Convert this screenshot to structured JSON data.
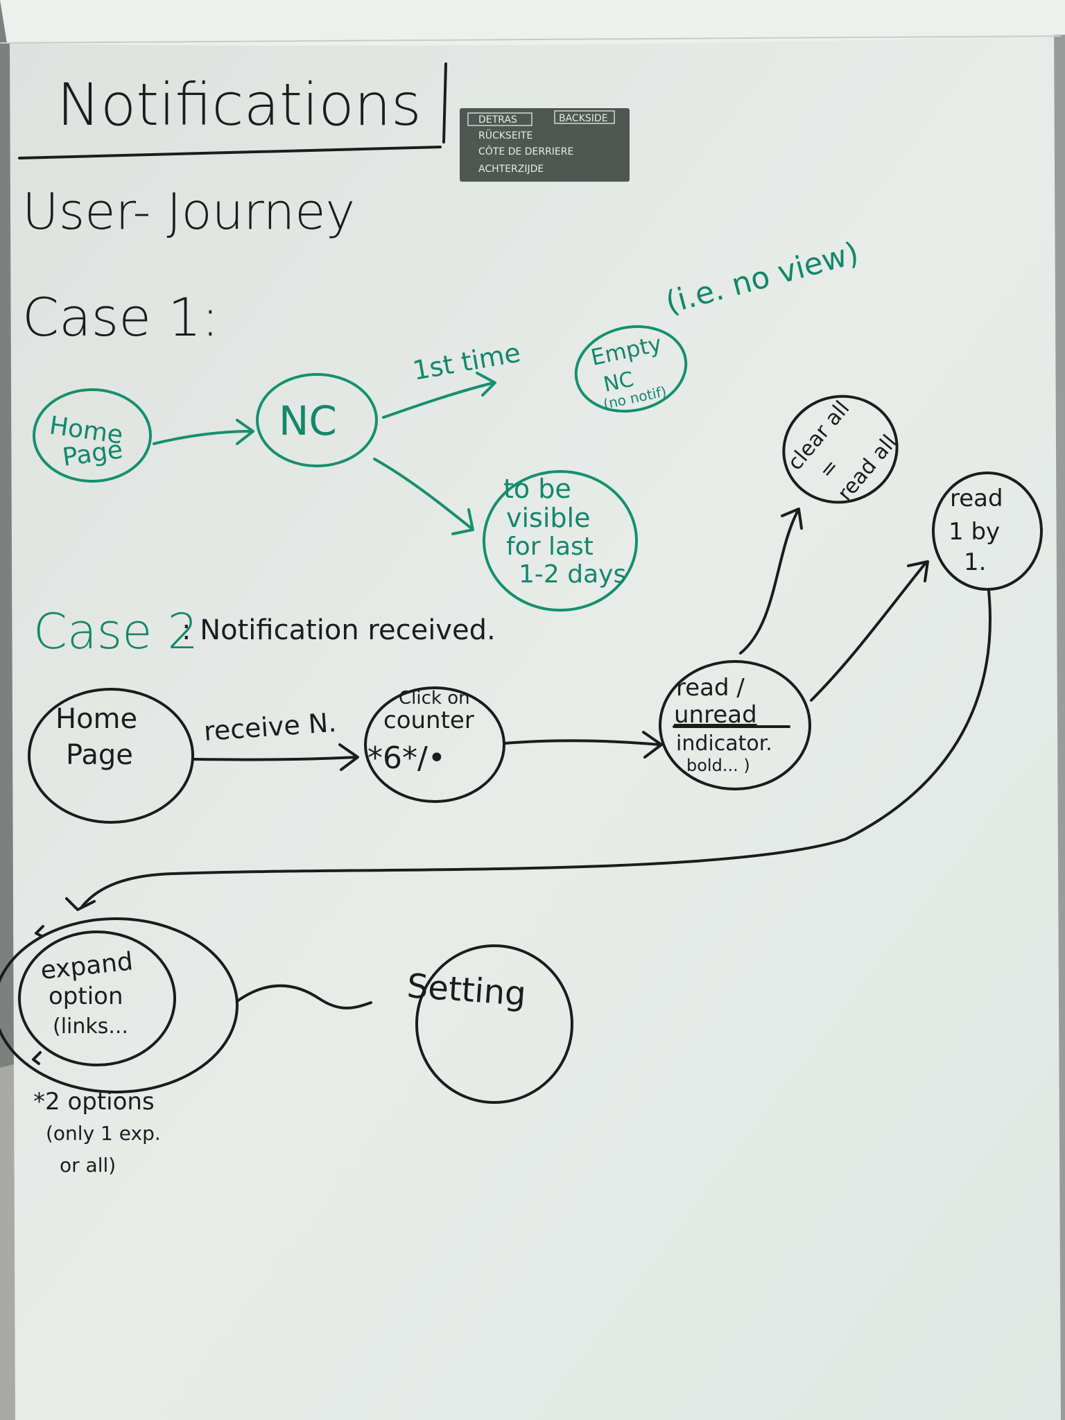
{
  "title": "Notifications",
  "subtitle": "User- Journey",
  "sticker": {
    "left": [
      "DETRAS",
      "RÜCKSEITE",
      "CÔTE DE DERRIERE",
      "ACHTERZIJDE"
    ],
    "right": "BACKSIDE"
  },
  "case1": {
    "heading": "Case 1:",
    "note": "(i.e. no view)",
    "nodes": {
      "home": [
        "Home",
        "Page"
      ],
      "nc": "NC",
      "empty": [
        "Empty",
        "NC",
        "(no notif)"
      ],
      "visible": [
        "to be",
        "visible",
        "for last",
        "1-2 days"
      ]
    },
    "edge_first_time": "1st time"
  },
  "case2": {
    "heading": "Case 2",
    "heading_rest": ": Notification received.",
    "nodes": {
      "home": [
        "Home",
        "Page"
      ],
      "click": [
        "Click on",
        "counter",
        "*6*/•"
      ],
      "read_unread": [
        "read /",
        "unread",
        "indicator.",
        "bold... )"
      ],
      "clear": [
        "clear all",
        "=",
        "read all"
      ],
      "read_one": [
        "read",
        "1 by",
        "1."
      ],
      "expand": [
        "expand",
        "option",
        "(links..."
      ],
      "setting": "Setting"
    },
    "edge_receive": "receive N.",
    "footnote": [
      "*2 options",
      "(only 1 exp.",
      "or all)"
    ]
  },
  "colors": {
    "paper": "#e6ebe8",
    "black_ink": "#1c1c1c",
    "green_ink": "#12876a",
    "sticker": "#4f5753"
  }
}
